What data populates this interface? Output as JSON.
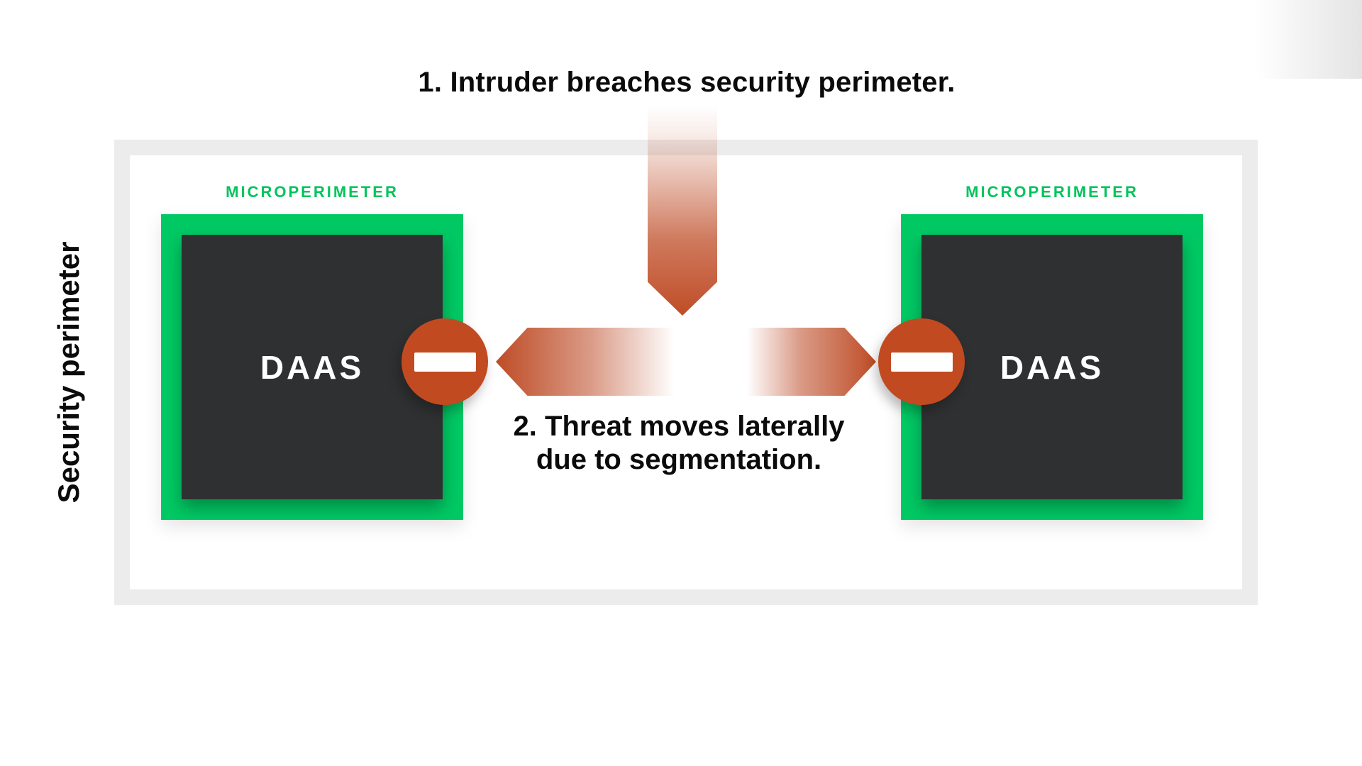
{
  "title": "1. Intruder breaches security perimeter.",
  "perimeter": {
    "label": "Security perimeter"
  },
  "microperimeters": [
    {
      "label": "MICROPERIMETER",
      "asset": "DAAS"
    },
    {
      "label": "MICROPERIMETER",
      "asset": "DAAS"
    }
  ],
  "annotations": {
    "step2": "2. Threat moves laterally\ndue to segmentation."
  },
  "icons": {
    "no_entry": "no-entry-icon",
    "intrusion_arrow": "down-arrow-icon",
    "lateral_arrow": "double-headed-arrow-icon"
  },
  "colors": {
    "microperimeter_green": "#00C964",
    "microperimeter_label_green": "#00C45C",
    "asset_box_dark": "#2F3031",
    "no_entry_red": "#C14A21",
    "threat_arrow_red": "#BF4D27",
    "perimeter_frame_gray": "#ECECEC",
    "corner_gradient_gray": "#E4E4E4",
    "text_black": "#0B0B0B"
  }
}
